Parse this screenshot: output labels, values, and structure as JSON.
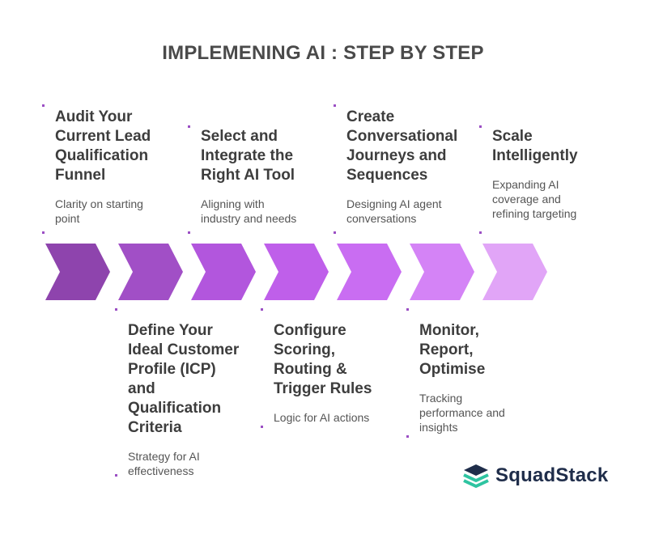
{
  "title": "IMPLEMENING AI : STEP BY STEP",
  "steps": [
    {
      "title": "Audit Your\nCurrent Lead\nQualification\nFunnel",
      "desc": "Clarity on starting\npoint",
      "color": "#8e44ad"
    },
    {
      "title": "Define Your\nIdeal Customer\nProfile (ICP)\nand\nQualification\nCriteria",
      "desc": "Strategy for AI\neffectiveness",
      "color": "#a14fc6"
    },
    {
      "title": "Select and\nIntegrate the\nRight AI Tool",
      "desc": "Aligning with\nindustry and needs",
      "color": "#b256dd"
    },
    {
      "title": "Configure\nScoring,\nRouting &\nTrigger Rules",
      "desc": "Logic for AI actions",
      "color": "#bf5fea"
    },
    {
      "title": "Create\nConversational\nJourneys and\nSequences",
      "desc": "Designing AI agent\nconversations",
      "color": "#c96df2"
    },
    {
      "title": "Monitor,\nReport,\nOptimise",
      "desc": "Tracking\nperformance and\ninsights",
      "color": "#d483f6"
    },
    {
      "title": "Scale\nIntelligently",
      "desc": "Expanding AI\ncoverage and\nrefining targeting",
      "color": "#e1a5f7"
    }
  ],
  "logo": {
    "text": "SquadStack",
    "icon": "squadstack-logo-icon",
    "colors": {
      "dark": "#1f2d4a",
      "accent": "#2ec4a1"
    }
  }
}
